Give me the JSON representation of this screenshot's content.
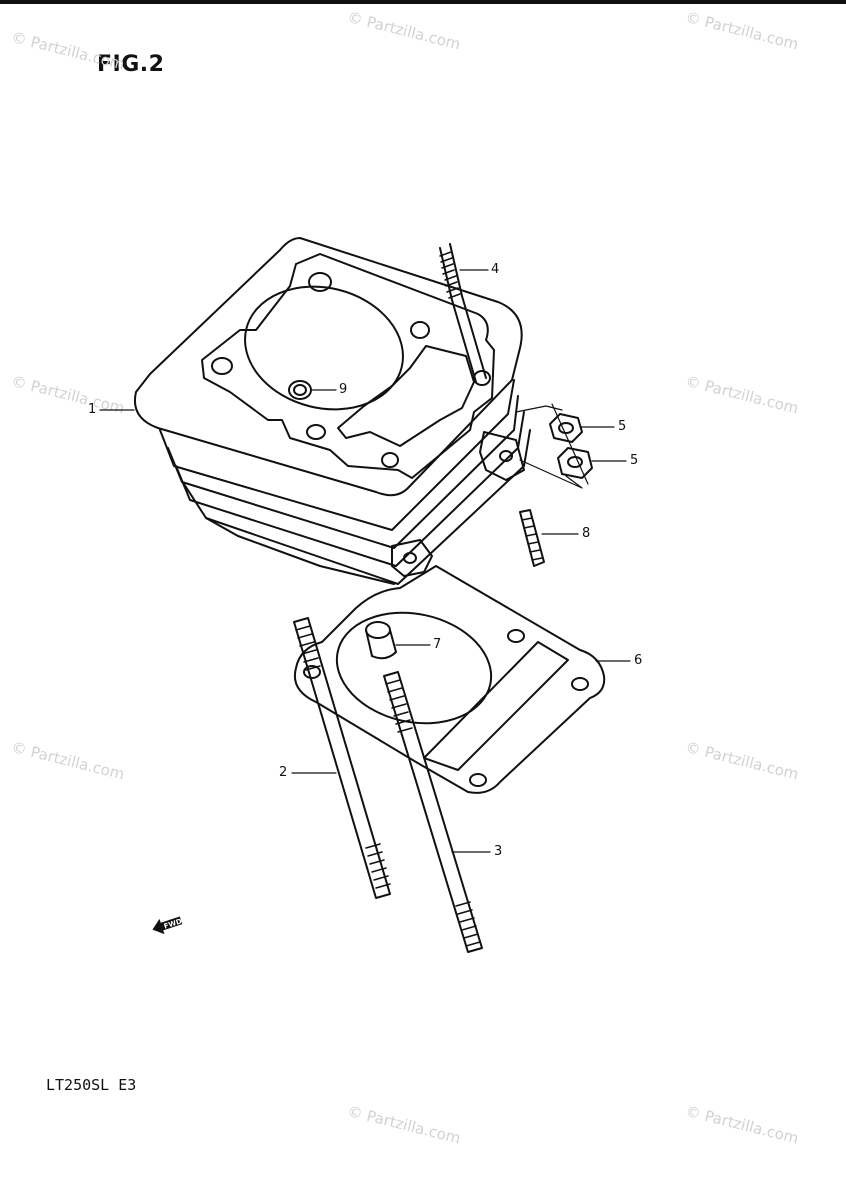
{
  "figure": {
    "title": "FIG.2",
    "model": "LT250SL E3",
    "direction_marker": "FWD"
  },
  "watermarks": [
    "© Partzilla.com",
    "© Partzilla.com",
    "© Partzilla.com",
    "© Partzilla.com",
    "© Partzilla.com",
    "© Partzilla.com",
    "© Partzilla.com",
    "© Partzilla.com",
    "© Partzilla.com"
  ],
  "callouts": {
    "c1": "1",
    "c2": "2",
    "c3": "3",
    "c4": "4",
    "c5a": "5",
    "c5b": "5",
    "c6": "6",
    "c7": "7",
    "c8": "8",
    "c9": "9"
  }
}
